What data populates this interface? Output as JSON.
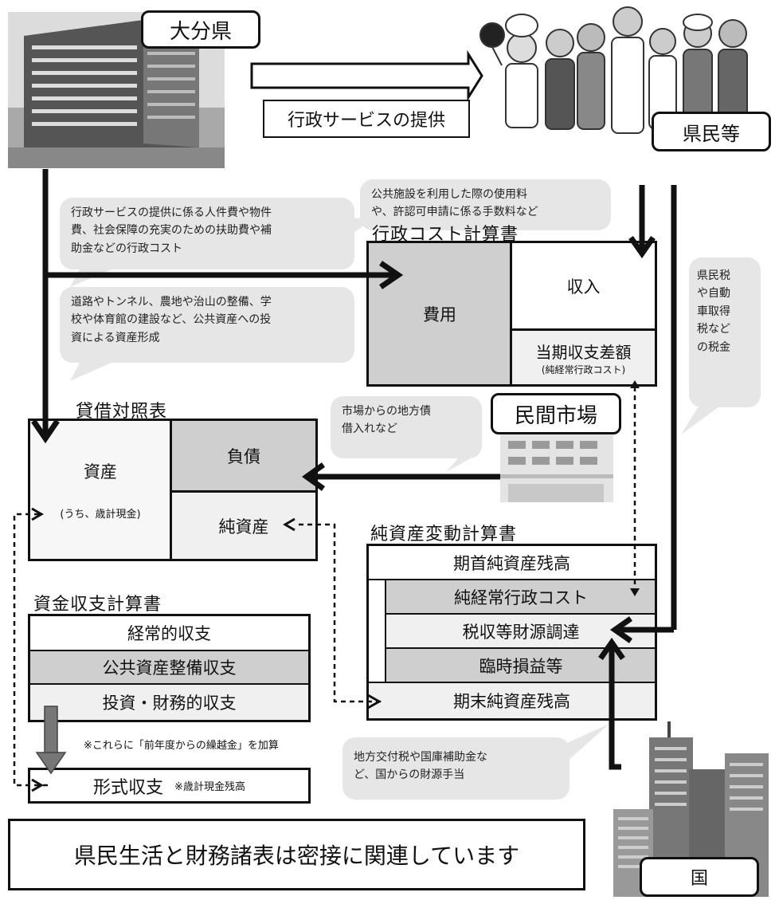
{
  "labels": {
    "prefecture": "大分県",
    "residents": "県民等",
    "market": "民間市場",
    "country": "国",
    "service": "行政サービスの提供",
    "footer": "県民生活と財務諸表は密接に関連しています"
  },
  "bubbles": {
    "fees": "公共施設を利用した際の使用料\nや、許認可申請に係る手数料など",
    "cost": "行政サービスの提供に係る人件費や物件\n費、社会保障の充実のための扶助費や補\n助金などの行政コスト",
    "assets": "道路やトンネル、農地や治山の整備、学\n校や体育館の建設など、公共資産への投\n資による資産形成",
    "taxes": "県民税\nや自動\n車取得\n税など\nの税金",
    "debt": "市場からの地方債\n借入れなど",
    "grants": "地方交付税や国庫補助金な\nど、国からの財源手当"
  },
  "cost_statement": {
    "title": "行政コスト計算書",
    "expense": "費用",
    "revenue": "収入",
    "balance": "当期収支差額",
    "balance_note": "(純経常行政コスト)"
  },
  "balance_sheet": {
    "title": "貸借対照表",
    "assets": "資産",
    "assets_note": "(うち、歳計現金)",
    "liabilities": "負債",
    "net_assets": "純資産"
  },
  "net_assets_statement": {
    "title": "純資産変動計算書",
    "rows": [
      "期首純資産残高",
      "純経常行政コスト",
      "税収等財源調達",
      "臨時損益等",
      "期末純資産残高"
    ]
  },
  "cash_flow_statement": {
    "title": "資金収支計算書",
    "rows": [
      "経常的収支",
      "公共資産整備収支",
      "投資・財務的収支"
    ],
    "note": "※これらに「前年度からの繰越金」を加算",
    "formal_balance": "形式収支",
    "formal_balance_note": "※歳計現金残高"
  },
  "colors": {
    "line": "#111111",
    "gray_fill": "#cfcfcf",
    "light_fill": "#f0f0f0",
    "bubble": "#e6e6e6"
  }
}
